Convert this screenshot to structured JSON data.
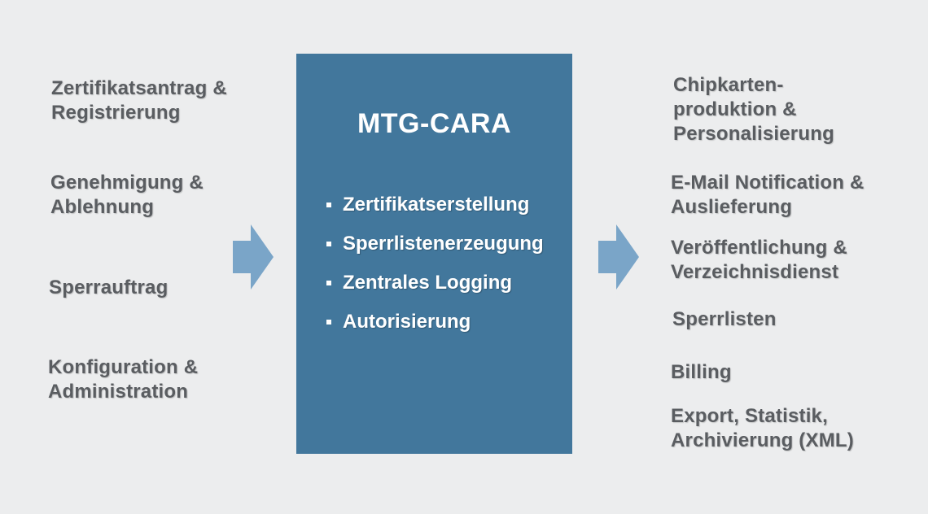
{
  "left_inputs": [
    {
      "lines": [
        "Zertifikatsantrag &",
        "Registrierung"
      ]
    },
    {
      "lines": [
        "Genehmigung &",
        "Ablehnung"
      ]
    },
    {
      "lines": [
        "Sperrauftrag"
      ]
    },
    {
      "lines": [
        "Konfiguration &",
        "Administration"
      ]
    }
  ],
  "center": {
    "title": "MTG-CARA",
    "functions": [
      "Zertifikatserstellung",
      "Sperrlistenerzeugung",
      "Zentrales Logging",
      "Autorisierung"
    ]
  },
  "right_outputs": [
    {
      "lines": [
        "Chipkarten-",
        "produktion &",
        "Personalisierung"
      ]
    },
    {
      "lines": [
        "E-Mail Notification &",
        "Auslieferung"
      ]
    },
    {
      "lines": [
        "Veröffentlichung &",
        "Verzeichnisdienst"
      ]
    },
    {
      "lines": [
        "Sperrlisten"
      ]
    },
    {
      "lines": [
        "Billing"
      ]
    },
    {
      "lines": [
        "Export, Statistik,",
        "Archivierung (XML)"
      ]
    }
  ],
  "colors": {
    "background": "#ecedee",
    "box": "#42779c",
    "arrow": "#7aa5c8",
    "text": "#5a5d61"
  }
}
